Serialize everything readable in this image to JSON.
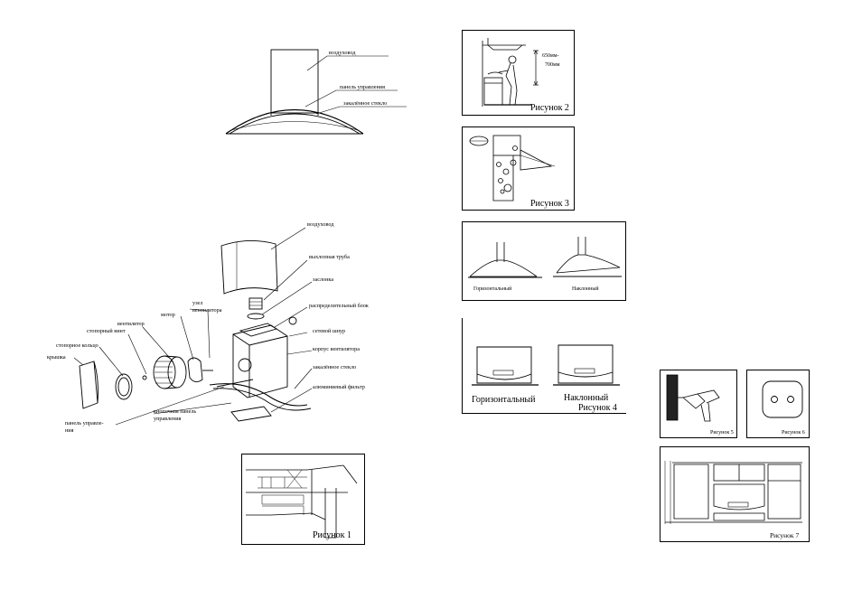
{
  "top_hood": {
    "labels": {
      "duct": "воздуховод",
      "control_panel": "панель управления",
      "tempered_glass": "закалённое стекло"
    }
  },
  "exploded_view": {
    "labels": {
      "duct": "воздуховод",
      "exhaust_pipe": "выхлопная труба",
      "damper": "заслонка",
      "distribution_block": "распределительный блок",
      "mesh_cable": "сетевой шнур",
      "fan_housing": "корпус вентилятора",
      "tempered_glass": "закалённое стекло",
      "aluminum_filter": "алюминиевый фильтр",
      "fan_unit_1": "узел",
      "fan_unit_2": "вентилятора",
      "motor": "мотор",
      "fan": "вентилятор",
      "stop_ring_1": "стопорный винт",
      "stop_ring_2": "стопорное кольцо",
      "cover": "крышка",
      "control_panel_1": "панель управле-",
      "control_panel_2": "ния",
      "button_panel_1": "кнопочная панель",
      "button_panel_2": "управления"
    }
  },
  "figures": {
    "fig1": "Рисунок 1",
    "fig2": "Рисунок 2",
    "fig2_dim_1": "650мм-",
    "fig2_dim_2": "700мм",
    "fig3": "Рисунок 3",
    "fig4": "Рисунок 4",
    "fig4_top_horizontal": "Горизонтальный",
    "fig4_top_inclined": "Наклонный",
    "fig4_bottom_horizontal": "Горизонтальный",
    "fig4_bottom_inclined": "Наклонный",
    "fig5": "Рисунок 5",
    "fig6": "Рисунок 6",
    "fig7": "Рисунок 7"
  }
}
